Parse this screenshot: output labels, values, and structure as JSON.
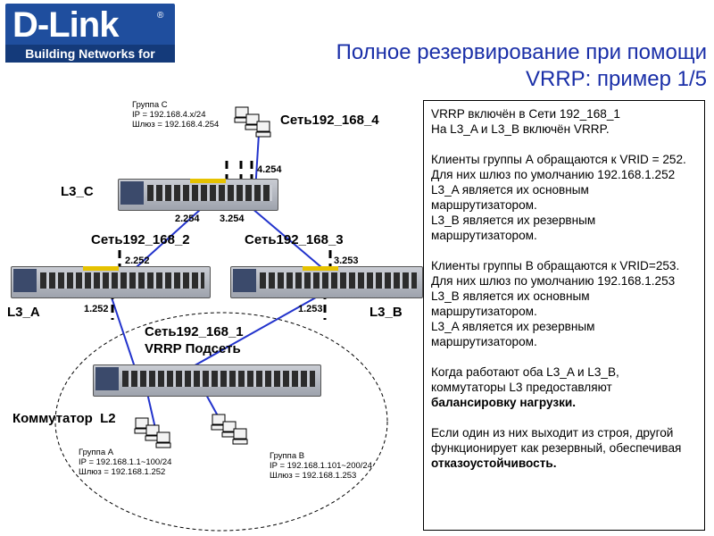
{
  "logo": {
    "brand": "D-Link",
    "tagline": "Building Networks for People"
  },
  "title": {
    "line1": "Полное резервирование при помощи",
    "line2": "VRRP: пример 1/5"
  },
  "routers": {
    "l3c": "L3_C",
    "l3a": "L3_A",
    "l3b": "L3_B"
  },
  "l2_switch": "Коммутатор  L2",
  "networks": {
    "net4": "Сеть192_168_4",
    "net2": "Сеть192_168_2",
    "net3": "Сеть192_168_3",
    "net1_line1": "Сеть192_168_1",
    "net1_line2": "VRRP  Подсеть"
  },
  "ips": {
    "c4": "4.254",
    "c2": "2.254",
    "c3": "3.254",
    "a2": "2.252",
    "b3": "3.253",
    "a1": "1.252",
    "b1": "1.253"
  },
  "groups": {
    "c": [
      "Группа С",
      "IP = 192.168.4.x/24",
      "Шлюз = 192.168.4.254"
    ],
    "a": [
      "Группа А",
      "IP = 192.168.1.1~100/24",
      "Шлюз = 192.168.1.252"
    ],
    "b": [
      "Группа В",
      "IP = 192.168.1.101~200/24",
      "Шлюз = 192.168.1.253"
    ]
  },
  "info": {
    "p1": [
      "VRRP включён в Сети 192_168_1",
      "На L3_A и L3_B включён VRRP."
    ],
    "p2": [
      "Клиенты группы А обращаются к VRID = 252. Для них шлюз по умолчанию 192.168.1.252",
      "L3_A является их основным маршрутизатором.",
      "L3_B является их резервным маршрутизатором."
    ],
    "p3": [
      "Клиенты группы В обращаются к VRID=253. Для них шлюз по умолчанию 192.168.1.253",
      "L3_B является их основным маршрутизатором.",
      "L3_A является их резервным маршрутизатором."
    ],
    "p4_text": "Когда работают оба L3_A и L3_B, коммутаторы L3 предоставляют",
    "p4_bold": "балансировку нагрузки.",
    "p5_text": "Если один из них выходит из строя, другой функционирует как резервный, обеспечивая",
    "p5_bold": "отказоустойчивость."
  },
  "colors": {
    "title": "#1a2fa8",
    "link": "#2233cc",
    "logo_bg": "#1f4e9e",
    "boundary": "#000000"
  }
}
